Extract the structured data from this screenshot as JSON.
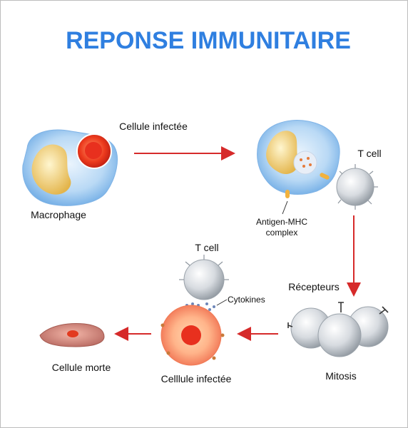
{
  "diagram": {
    "title": "REPONSE IMMUNITAIRE",
    "labels": {
      "infected_cell_top": "Cellule infectée",
      "macrophage": "Macrophage",
      "t_cell_top": "T cell",
      "antigen_line1": "Antigen-MHC",
      "antigen_line2": "complex",
      "t_cell_middle": "T cell",
      "cytokines": "Cytokines",
      "receptors": "Récepteurs",
      "mitosis": "Mitosis",
      "infected_cell_bottom": "Celllule infectée",
      "dead_cell": "Cellule morte"
    },
    "colors": {
      "title": "#2f7fe0",
      "arrow": "#d62a2a",
      "macrophage": "#9cc8ef",
      "nucleus": "#f0c96b",
      "infection": "#e8301e",
      "t_cell": "#d5d9dd"
    }
  }
}
